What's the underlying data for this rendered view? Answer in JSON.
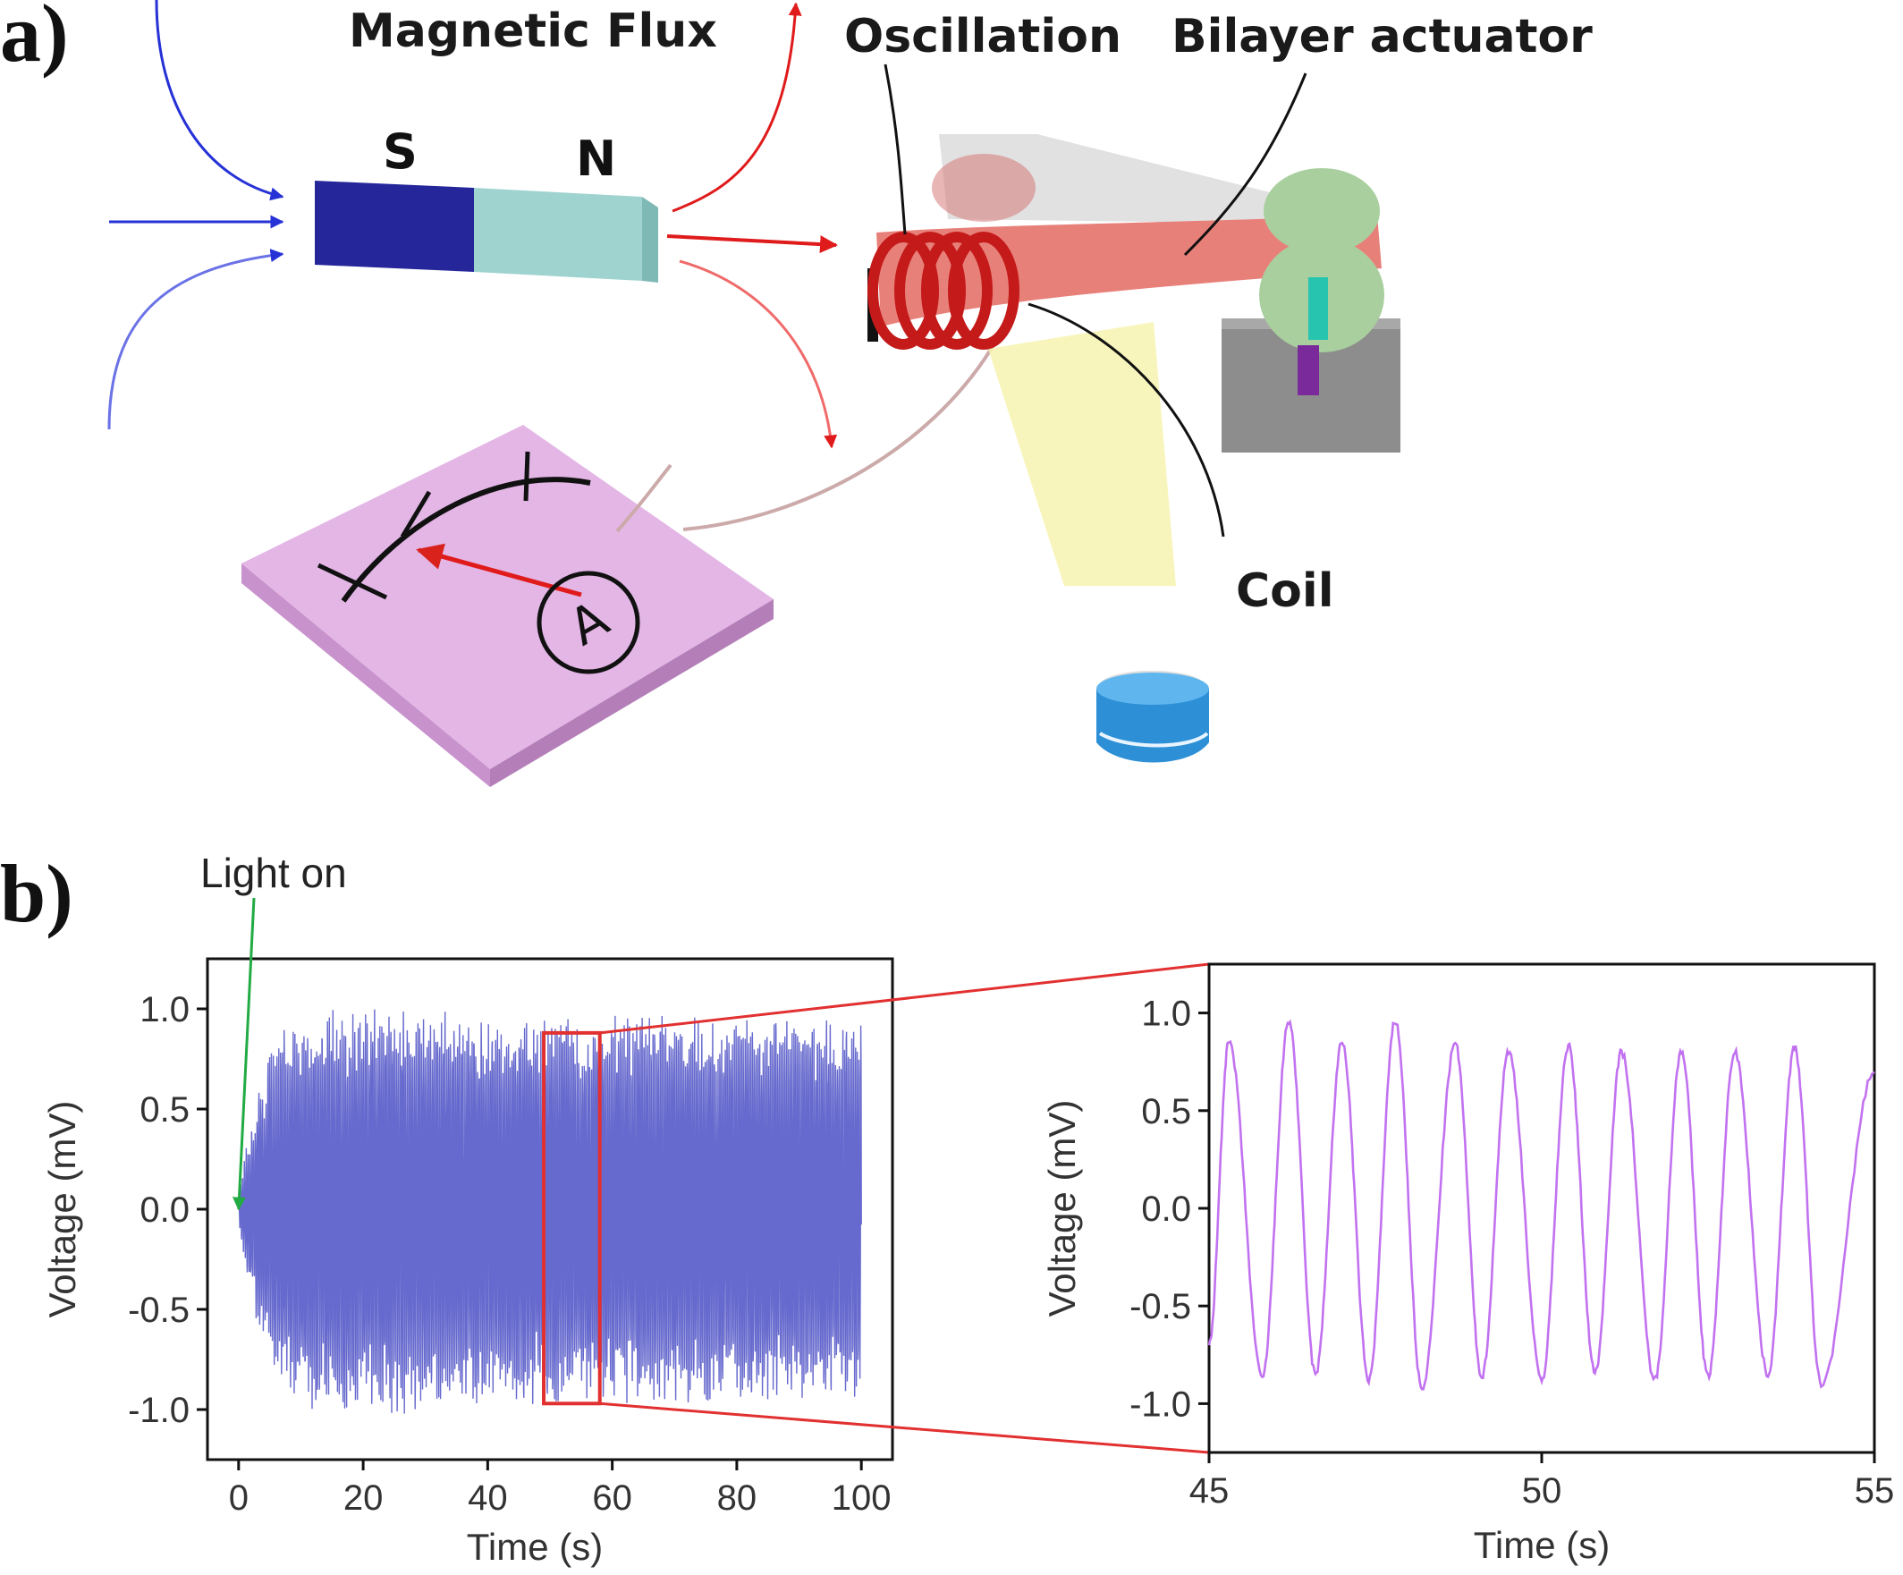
{
  "panel_a": {
    "letter": "a)",
    "magnetic_flux_label": "Magnetic Flux",
    "pole_s": "S",
    "pole_n": "N",
    "oscillation_label": "Oscillation",
    "bilayer_label": "Bilayer actuator",
    "coil_label": "Coil",
    "ammeter_label": "A",
    "colors": {
      "magnet_s": "#24269a",
      "magnet_n": "#9fd3d0",
      "actuator": "#e8807a",
      "meter": "#e3b6e6",
      "light_beam": "#f7f3b0",
      "lamp": "#2d8fd6"
    }
  },
  "panel_b": {
    "letter": "b)",
    "light_on_label": "Light on"
  },
  "chart_data": [
    {
      "type": "line",
      "xlabel": "Time (s)",
      "ylabel": "Voltage (mV)",
      "xlim": [
        -5,
        105
      ],
      "ylim": [
        -1.25,
        1.25
      ],
      "xticks": [
        0,
        20,
        40,
        60,
        80,
        100
      ],
      "yticks": [
        1.0,
        0.5,
        0.0,
        -0.5,
        -1.0
      ],
      "ytick_labels": [
        "1.0",
        "0.5",
        "0.0",
        "-0.5",
        "-1.0"
      ],
      "color": "#4b4fc4",
      "annotation": {
        "text": "Light on",
        "x": 0,
        "y": 0.0
      },
      "zoom_region": {
        "x": [
          49,
          58
        ],
        "y": [
          -0.97,
          0.88
        ]
      },
      "envelope": {
        "t": [
          0,
          1,
          3,
          5,
          8,
          12,
          16,
          20,
          25,
          30,
          40,
          50,
          60,
          70,
          80,
          90,
          100
        ],
        "amplitude": [
          0.05,
          0.25,
          0.5,
          0.7,
          0.82,
          0.88,
          0.9,
          0.9,
          0.9,
          0.88,
          0.85,
          0.85,
          0.85,
          0.85,
          0.85,
          0.85,
          0.85
        ]
      },
      "series": [
        {
          "period_s": 0.9,
          "x_start": 0,
          "x_end": 100
        }
      ]
    },
    {
      "type": "line",
      "xlabel": "Time (s)",
      "ylabel": "Voltage (mV)",
      "xlim": [
        45,
        55
      ],
      "ylim": [
        -1.25,
        1.25
      ],
      "xticks": [
        45,
        50,
        55
      ],
      "yticks": [
        1.0,
        0.5,
        0.0,
        -0.5,
        -1.0
      ],
      "ytick_labels": [
        "1.0",
        "0.5",
        "0.0",
        "-0.5",
        "-1.0"
      ],
      "color": "#c272f0",
      "series": [
        {
          "peaks_x": [
            45.3,
            46.2,
            47.0,
            47.8,
            48.7,
            49.5,
            50.4,
            51.2,
            52.1,
            52.9,
            53.8
          ],
          "peaks_y": [
            0.85,
            0.96,
            0.85,
            0.96,
            0.84,
            0.8,
            0.83,
            0.8,
            0.81,
            0.8,
            0.82
          ],
          "troughs_x": [
            45.0,
            45.8,
            46.6,
            47.4,
            48.2,
            49.1,
            50.0,
            50.8,
            51.7,
            52.5,
            53.4,
            54.2,
            55.0
          ],
          "troughs_y": [
            -0.7,
            -0.87,
            -0.85,
            -0.88,
            -0.93,
            -0.86,
            -0.88,
            -0.84,
            -0.88,
            -0.86,
            -0.85,
            -0.9,
            0.7
          ]
        }
      ]
    }
  ]
}
